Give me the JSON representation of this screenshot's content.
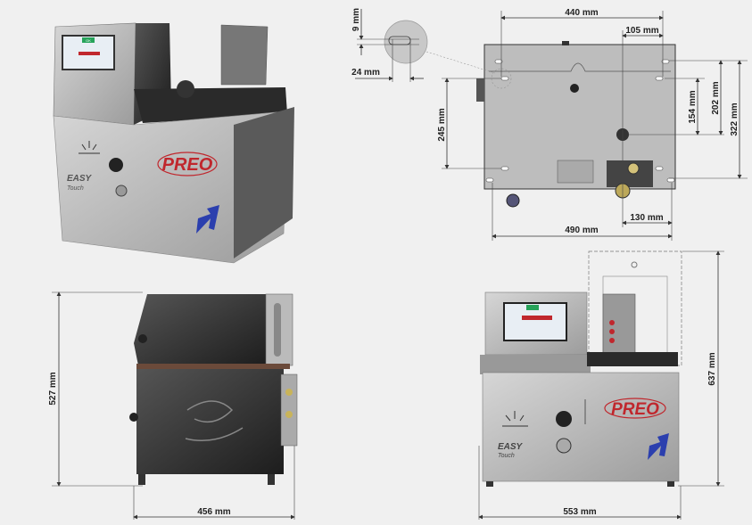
{
  "product": {
    "brand": "PREO",
    "model_line1": "EASY",
    "model_line2": "Touch",
    "screen_status": "OK"
  },
  "colors": {
    "background": "#f0f0f0",
    "steel": "#b8b8b8",
    "dark_panel": "#3a3a3a",
    "brand_red": "#c0272d",
    "brand_blue": "#2b3fae",
    "screen_green": "#27a35a"
  },
  "top_view": {
    "detail_slot_height": "9 mm",
    "detail_slot_width": "24 mm",
    "hole_spacing_width": "440 mm",
    "nozzle_offset_x": "105 mm",
    "nozzle_offset_y_inner": "154 mm",
    "nozzle_offset_y": "202 mm",
    "hole_spacing_depth": "322 mm",
    "left_hole_spacing": "245 mm",
    "nozzle_to_edge": "130 mm",
    "base_width": "490 mm"
  },
  "side_view": {
    "height": "527 mm",
    "depth": "456 mm"
  },
  "front_view": {
    "height_open": "637 mm",
    "width": "553 mm"
  }
}
